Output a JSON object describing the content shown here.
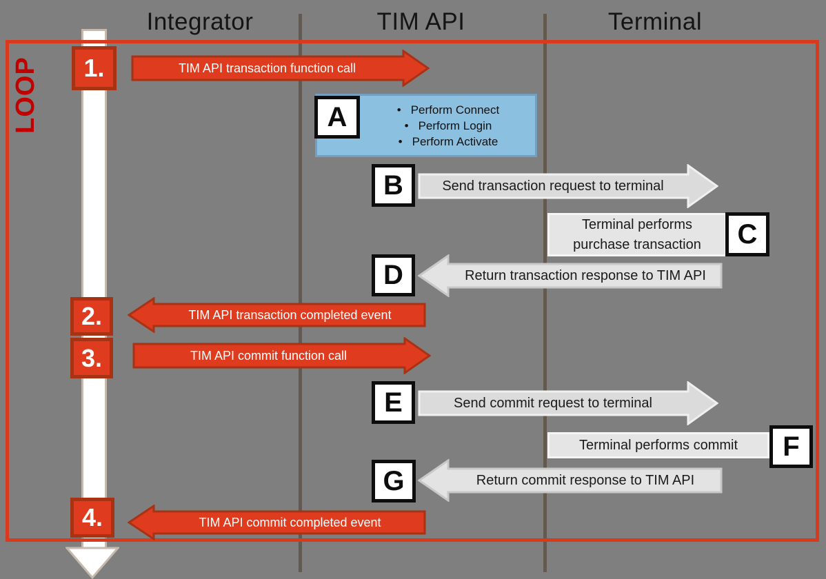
{
  "palette": {
    "background": "#7F7F7F",
    "arrow_red": "#DF3B1E",
    "arrow_red_border": "#A83214",
    "loop_border_red": "#D9391C",
    "loop_label_red": "#C00000",
    "blue_note_fill": "#8CC0E0",
    "gray_arrow_fill": "#DBDBDB",
    "divider_gray": "#63594E",
    "timeline_white": "#FFFFFF"
  },
  "lanes": [
    {
      "label": "Integrator"
    },
    {
      "label": "TIM API"
    },
    {
      "label": "Terminal"
    }
  ],
  "loop": {
    "label": "LOOP"
  },
  "steps": [
    {
      "number": "1.",
      "label": "TIM API transaction function call"
    },
    {
      "number": "2.",
      "label": "TIM API transaction completed event"
    },
    {
      "number": "3.",
      "label": "TIM API commit function call"
    },
    {
      "number": "4.",
      "label": "TIM API commit completed event"
    }
  ],
  "note": {
    "marker": "A",
    "bullet": "•",
    "items": [
      "Perform Connect",
      "Perform Login",
      "Perform Activate"
    ]
  },
  "messages": {
    "b": {
      "marker": "B",
      "label": "Send transaction request to terminal"
    },
    "c": {
      "marker": "C",
      "label": "Terminal performs purchase transaction"
    },
    "d": {
      "marker": "D",
      "label": "Return transaction response to TIM API"
    },
    "e": {
      "marker": "E",
      "label": "Send commit request to terminal"
    },
    "f": {
      "marker": "F",
      "label": "Terminal performs commit"
    },
    "g": {
      "marker": "G",
      "label": "Return commit response to TIM API"
    }
  }
}
